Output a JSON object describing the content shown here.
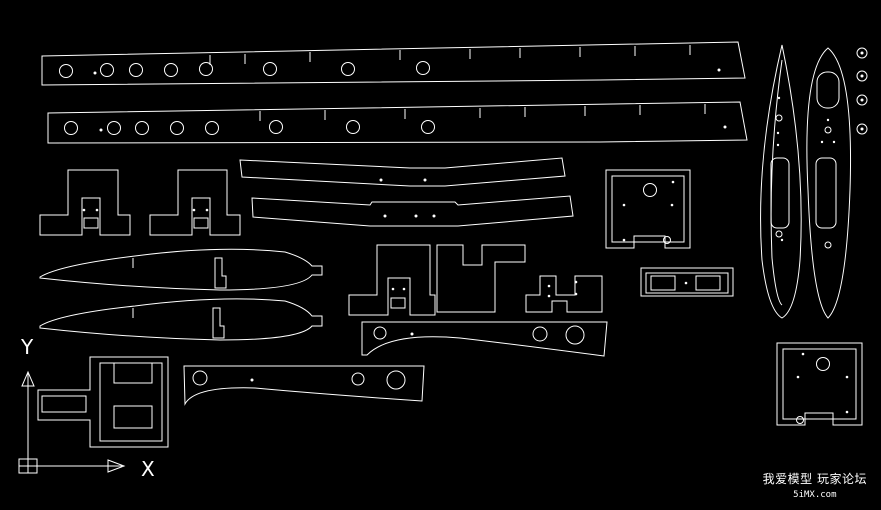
{
  "drawing": {
    "background": "#000000",
    "line_color": "#ffffff"
  },
  "ucs": {
    "x_label": "X",
    "y_label": "Y"
  },
  "watermark": {
    "main": "我爱模型 玩家论坛",
    "sub": "5iMX.com"
  }
}
